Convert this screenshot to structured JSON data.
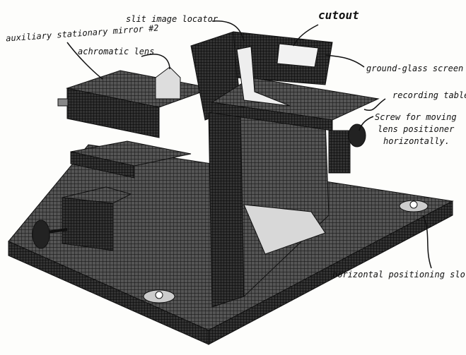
{
  "labels": {
    "aux_mirror": "auxiliary stationary mirror #2",
    "achromatic_lens": "achromatic lens",
    "slit_image_locator": "slit image locator",
    "cutout": "cutout",
    "ground_glass": "ground-glass screen",
    "recording_table": "recording table",
    "screw_line1": "Screw for moving",
    "screw_line2": "lens positioner",
    "screw_line3": "horizontally.",
    "slot": "horizontal positioning slot"
  },
  "colors": {
    "ink": "#111111",
    "wood": "#4a4a4a",
    "paper": "#fdfdfb"
  }
}
